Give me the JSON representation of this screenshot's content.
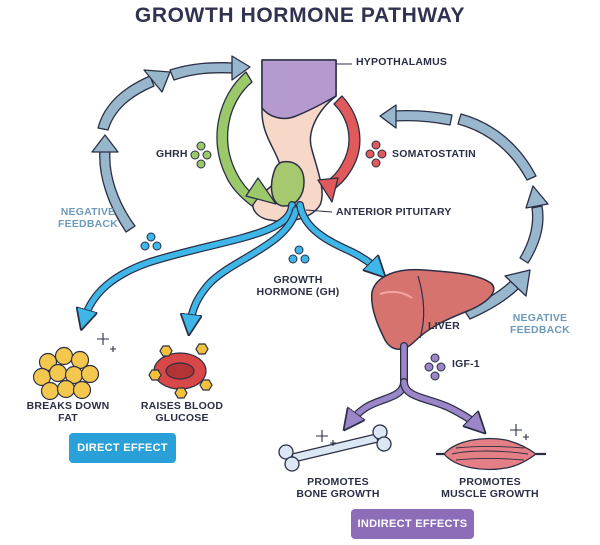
{
  "title": "GROWTH HORMONE PATHWAY",
  "labels": {
    "hypothalamus": "HYPOTHALAMUS",
    "ghrh": "GHRH",
    "somatostatin": "SOMATOSTATIN",
    "anterior_pituitary": "ANTERIOR PITUITARY",
    "growth_hormone": [
      "GROWTH",
      "HORMONE (GH)"
    ],
    "liver": "LIVER",
    "igf1": "IGF-1",
    "negative_feedback_left": [
      "NEGATIVE",
      "FEEDBACK"
    ],
    "negative_feedback_right": [
      "NEGATIVE",
      "FEEDBACK"
    ],
    "breaks_down_fat": [
      "BREAKS DOWN",
      "FAT"
    ],
    "raises_blood_glucose": [
      "RAISES BLOOD",
      "GLUCOSE"
    ],
    "promotes_bone_growth": [
      "PROMOTES",
      "BONE GROWTH"
    ],
    "promotes_muscle_growth": [
      "PROMOTES",
      "MUSCLE GROWTH"
    ]
  },
  "badges": {
    "direct": "DIRECT EFFECT",
    "indirect": "INDIRECT EFFECTS"
  },
  "colors": {
    "ghrh_arrow": "#9bc96a",
    "somatostatin_arrow": "#e0595b",
    "gh_arrow": "#3fb6e8",
    "igf_arrow": "#9a86c8",
    "feedback_arrow": "#98b6cc",
    "hypothalamus": "#b59ad0",
    "pituitary": "#f7d8c8",
    "anterior_pituitary": "#a6c86e",
    "liver": "#d7736e",
    "fat": "#f4c84e",
    "blood_cell": "#d94848",
    "glucose": "#f3c23d",
    "bone": "#dde7f4",
    "muscle": "#e57f86",
    "direct_badge": "#2aa0d8",
    "indirect_badge": "#8d6db8"
  }
}
